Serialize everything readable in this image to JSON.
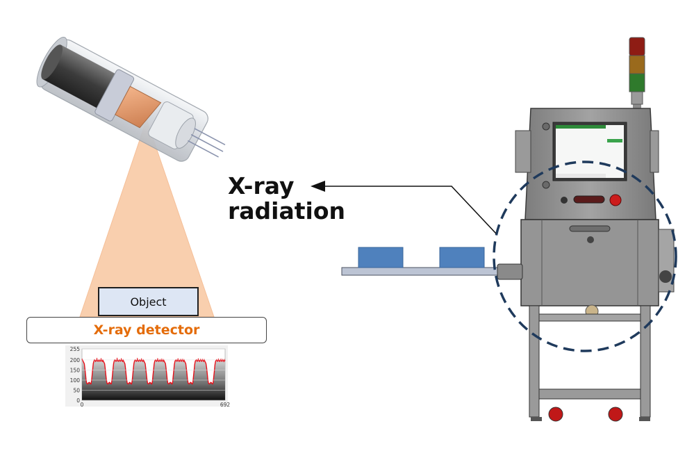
{
  "labels": {
    "radiation": "X-ray\nradiation",
    "object": "Object",
    "detector": "X-ray detector"
  },
  "signal_plot": {
    "y_ticks": [
      "255",
      "200",
      "150",
      "100",
      "50",
      "0"
    ],
    "x_ticks": [
      "0",
      "692"
    ],
    "ylim": [
      0,
      255
    ],
    "xlim": [
      0,
      692
    ]
  },
  "colors": {
    "beam": "#f9cfae",
    "detector_text": "#e46c0a",
    "signal_line": "#e8101a",
    "machine_body": "#8c8c8c",
    "package": "#4f81bd",
    "highlight_circle": "#1f3a5c"
  },
  "icons": {
    "tube": "xray-tube-icon",
    "machine": "xray-inspection-machine-icon",
    "arrow": "arrow-left-icon"
  }
}
